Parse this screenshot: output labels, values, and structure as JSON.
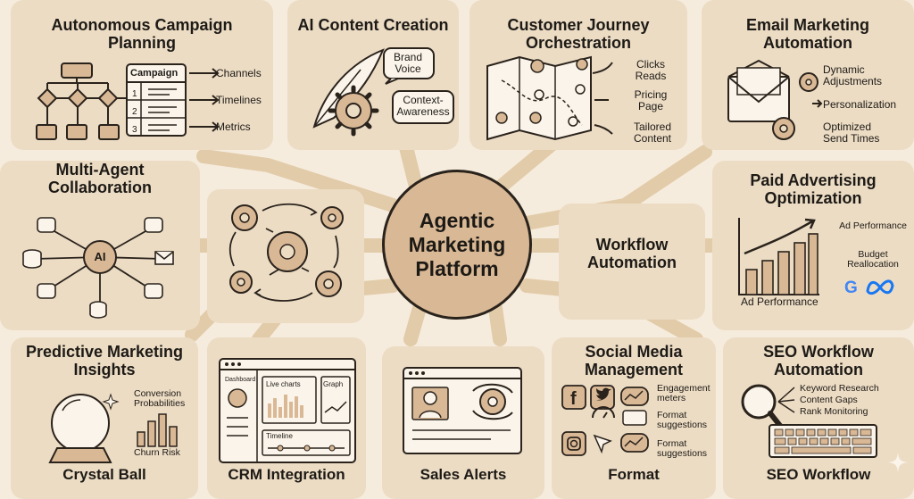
{
  "center": {
    "title": "Agentic Marketing Platform"
  },
  "panels": {
    "campaign": {
      "title": "Autonomous Campaign Planning",
      "card_title": "Campaign",
      "rows": [
        "1",
        "2",
        "3"
      ],
      "outputs": [
        "Channels",
        "Timelines",
        "Metrics"
      ]
    },
    "content": {
      "title": "AI Content Creation",
      "bubbles": [
        "Brand Voice",
        "Context-Awareness"
      ]
    },
    "journey": {
      "title": "Customer Journey Orchestration",
      "outputs": [
        "Clicks Reads",
        "Pricing Page",
        "Tailored Content"
      ]
    },
    "email": {
      "title": "Email Marketing Automation",
      "outputs": [
        "Dynamic Adjustments",
        "Personalization",
        "Optimized Send Times"
      ]
    },
    "multi_agent": {
      "title": "Multi-Agent Collaboration",
      "core": "AI"
    },
    "workflow": {
      "title": "Workflow Automation"
    },
    "paid": {
      "title": "Paid Advertising Optimization",
      "labels": [
        "Ad Performance",
        "Budget Reallocation"
      ],
      "caption": "Ad Performance"
    },
    "predictive": {
      "title": "Predictive Marketing Insights",
      "labels": [
        "Conversion Probabilities",
        "Churn Risk"
      ],
      "caption": "Crystal Ball"
    },
    "crm": {
      "widgets": [
        "Dashboard",
        "Live charts",
        "Graph",
        "Timeline"
      ],
      "caption": "CRM Integration"
    },
    "sales": {
      "caption": "Sales Alerts"
    },
    "social": {
      "title": "Social Media Management",
      "labels": [
        "Engagement meters",
        "Format suggestions",
        "Format suggestions"
      ],
      "caption": "Format"
    },
    "seo": {
      "title": "SEO Workflow Automation",
      "labels": [
        "Keyword Research",
        "Content Gaps",
        "Rank Monitoring"
      ],
      "caption": "SEO Workflow"
    }
  },
  "colors": {
    "background": "#f6ecdd",
    "panel": "#ecdcc4",
    "accent": "#d9b895",
    "connector": "#e2cba9",
    "ink": "#2a231c"
  }
}
